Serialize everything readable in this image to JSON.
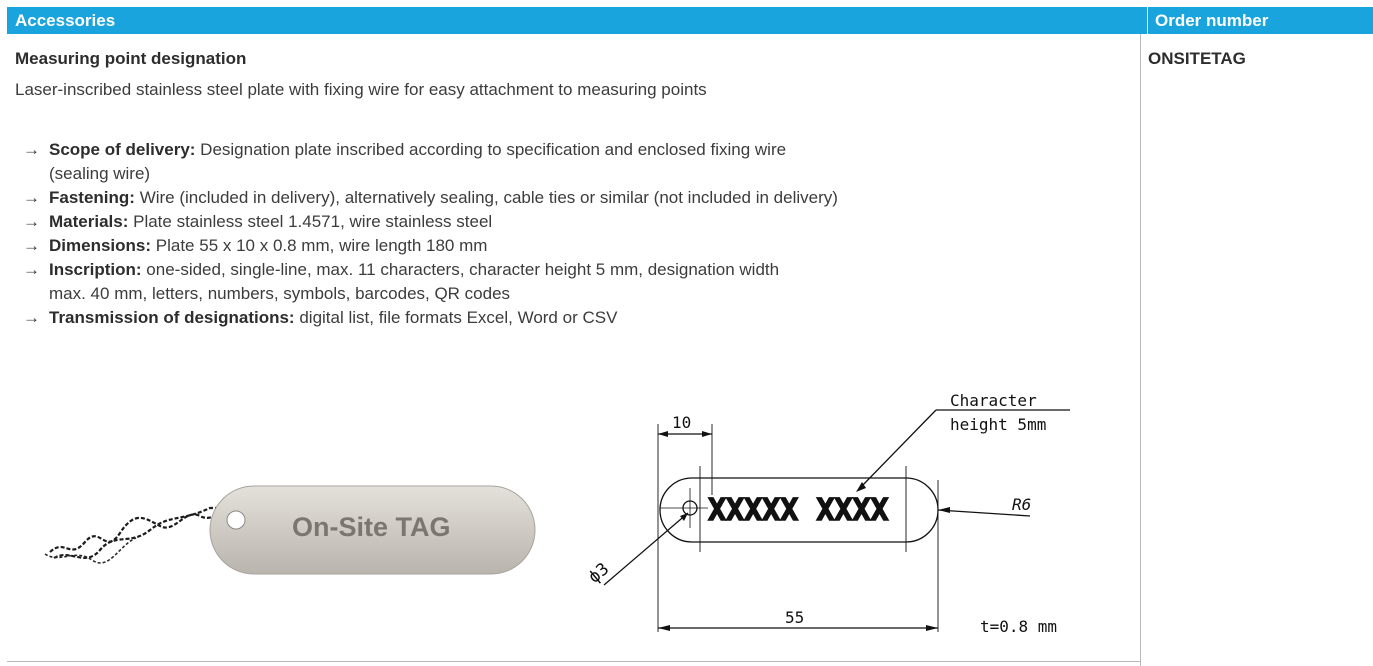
{
  "header": {
    "accessories_label": "Accessories",
    "order_number_label": "Order number"
  },
  "product": {
    "name": "Measuring point designation",
    "description": "Laser-inscribed stainless steel plate with fixing wire for easy attachment to measuring points",
    "order_number": "ONSITETAG"
  },
  "features": [
    {
      "label": "Scope of delivery:",
      "text": "Designation plate inscribed according to specification and enclosed fixing wire",
      "text2": "(sealing wire)"
    },
    {
      "label": "Fastening:",
      "text": "Wire (included in delivery), alternatively sealing, cable ties or similar (not included in delivery)"
    },
    {
      "label": "Materials:",
      "text": "Plate stainless steel 1.4571, wire stainless steel"
    },
    {
      "label": "Dimensions:",
      "text": "Plate 55 x 10 x 0.8 mm, wire length 180 mm"
    },
    {
      "label": "Inscription:",
      "text": "one-sided, single-line, max. 11 characters, character height 5 mm, designation width",
      "text2": "max. 40 mm, letters, numbers, symbols, barcodes, QR codes"
    },
    {
      "label": "Transmission of designations:",
      "text": "digital list, file formats Excel, Word or CSV"
    }
  ],
  "photo": {
    "tag_text": "On-Site TAG"
  },
  "drawing": {
    "dim_10": "10",
    "char_height_line1": "Character",
    "char_height_line2": "height 5mm",
    "sample_text": "XXXXX XXXX",
    "radius": "R6",
    "hole": "ϕ3",
    "dim_55": "55",
    "thickness": "t=0.8 mm"
  },
  "colors": {
    "header_bg": "#1aa4de",
    "header_text": "#ffffff",
    "divider": "#b8b8b8"
  }
}
